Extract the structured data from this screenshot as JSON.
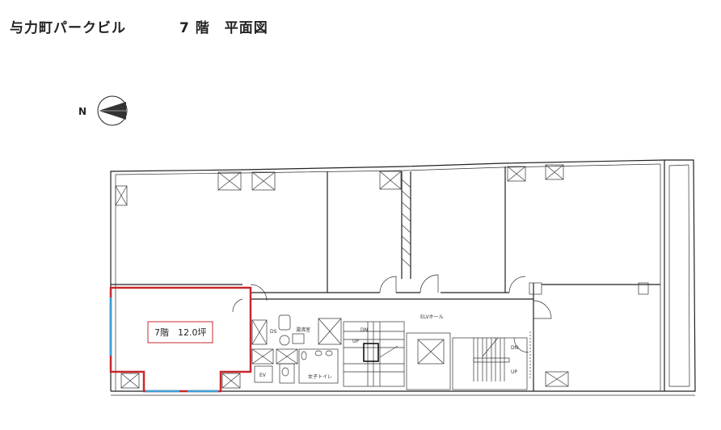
{
  "header": {
    "building_name": "与力町パークビル",
    "floor_title": "7 階　平面図"
  },
  "compass": {
    "label": "N"
  },
  "unit": {
    "label": "7階　12.0坪",
    "highlight_color": "#c8282c",
    "window_color": "#3aa0d8"
  },
  "rooms": {
    "elv_hall": "ELVホール",
    "ds": "DS",
    "kitchenette": "湯沸室",
    "womens_toilet": "女子トイレ",
    "ev": "EV",
    "up1": "UP",
    "dn1": "DN",
    "up2": "UP",
    "dn2": "DN"
  }
}
